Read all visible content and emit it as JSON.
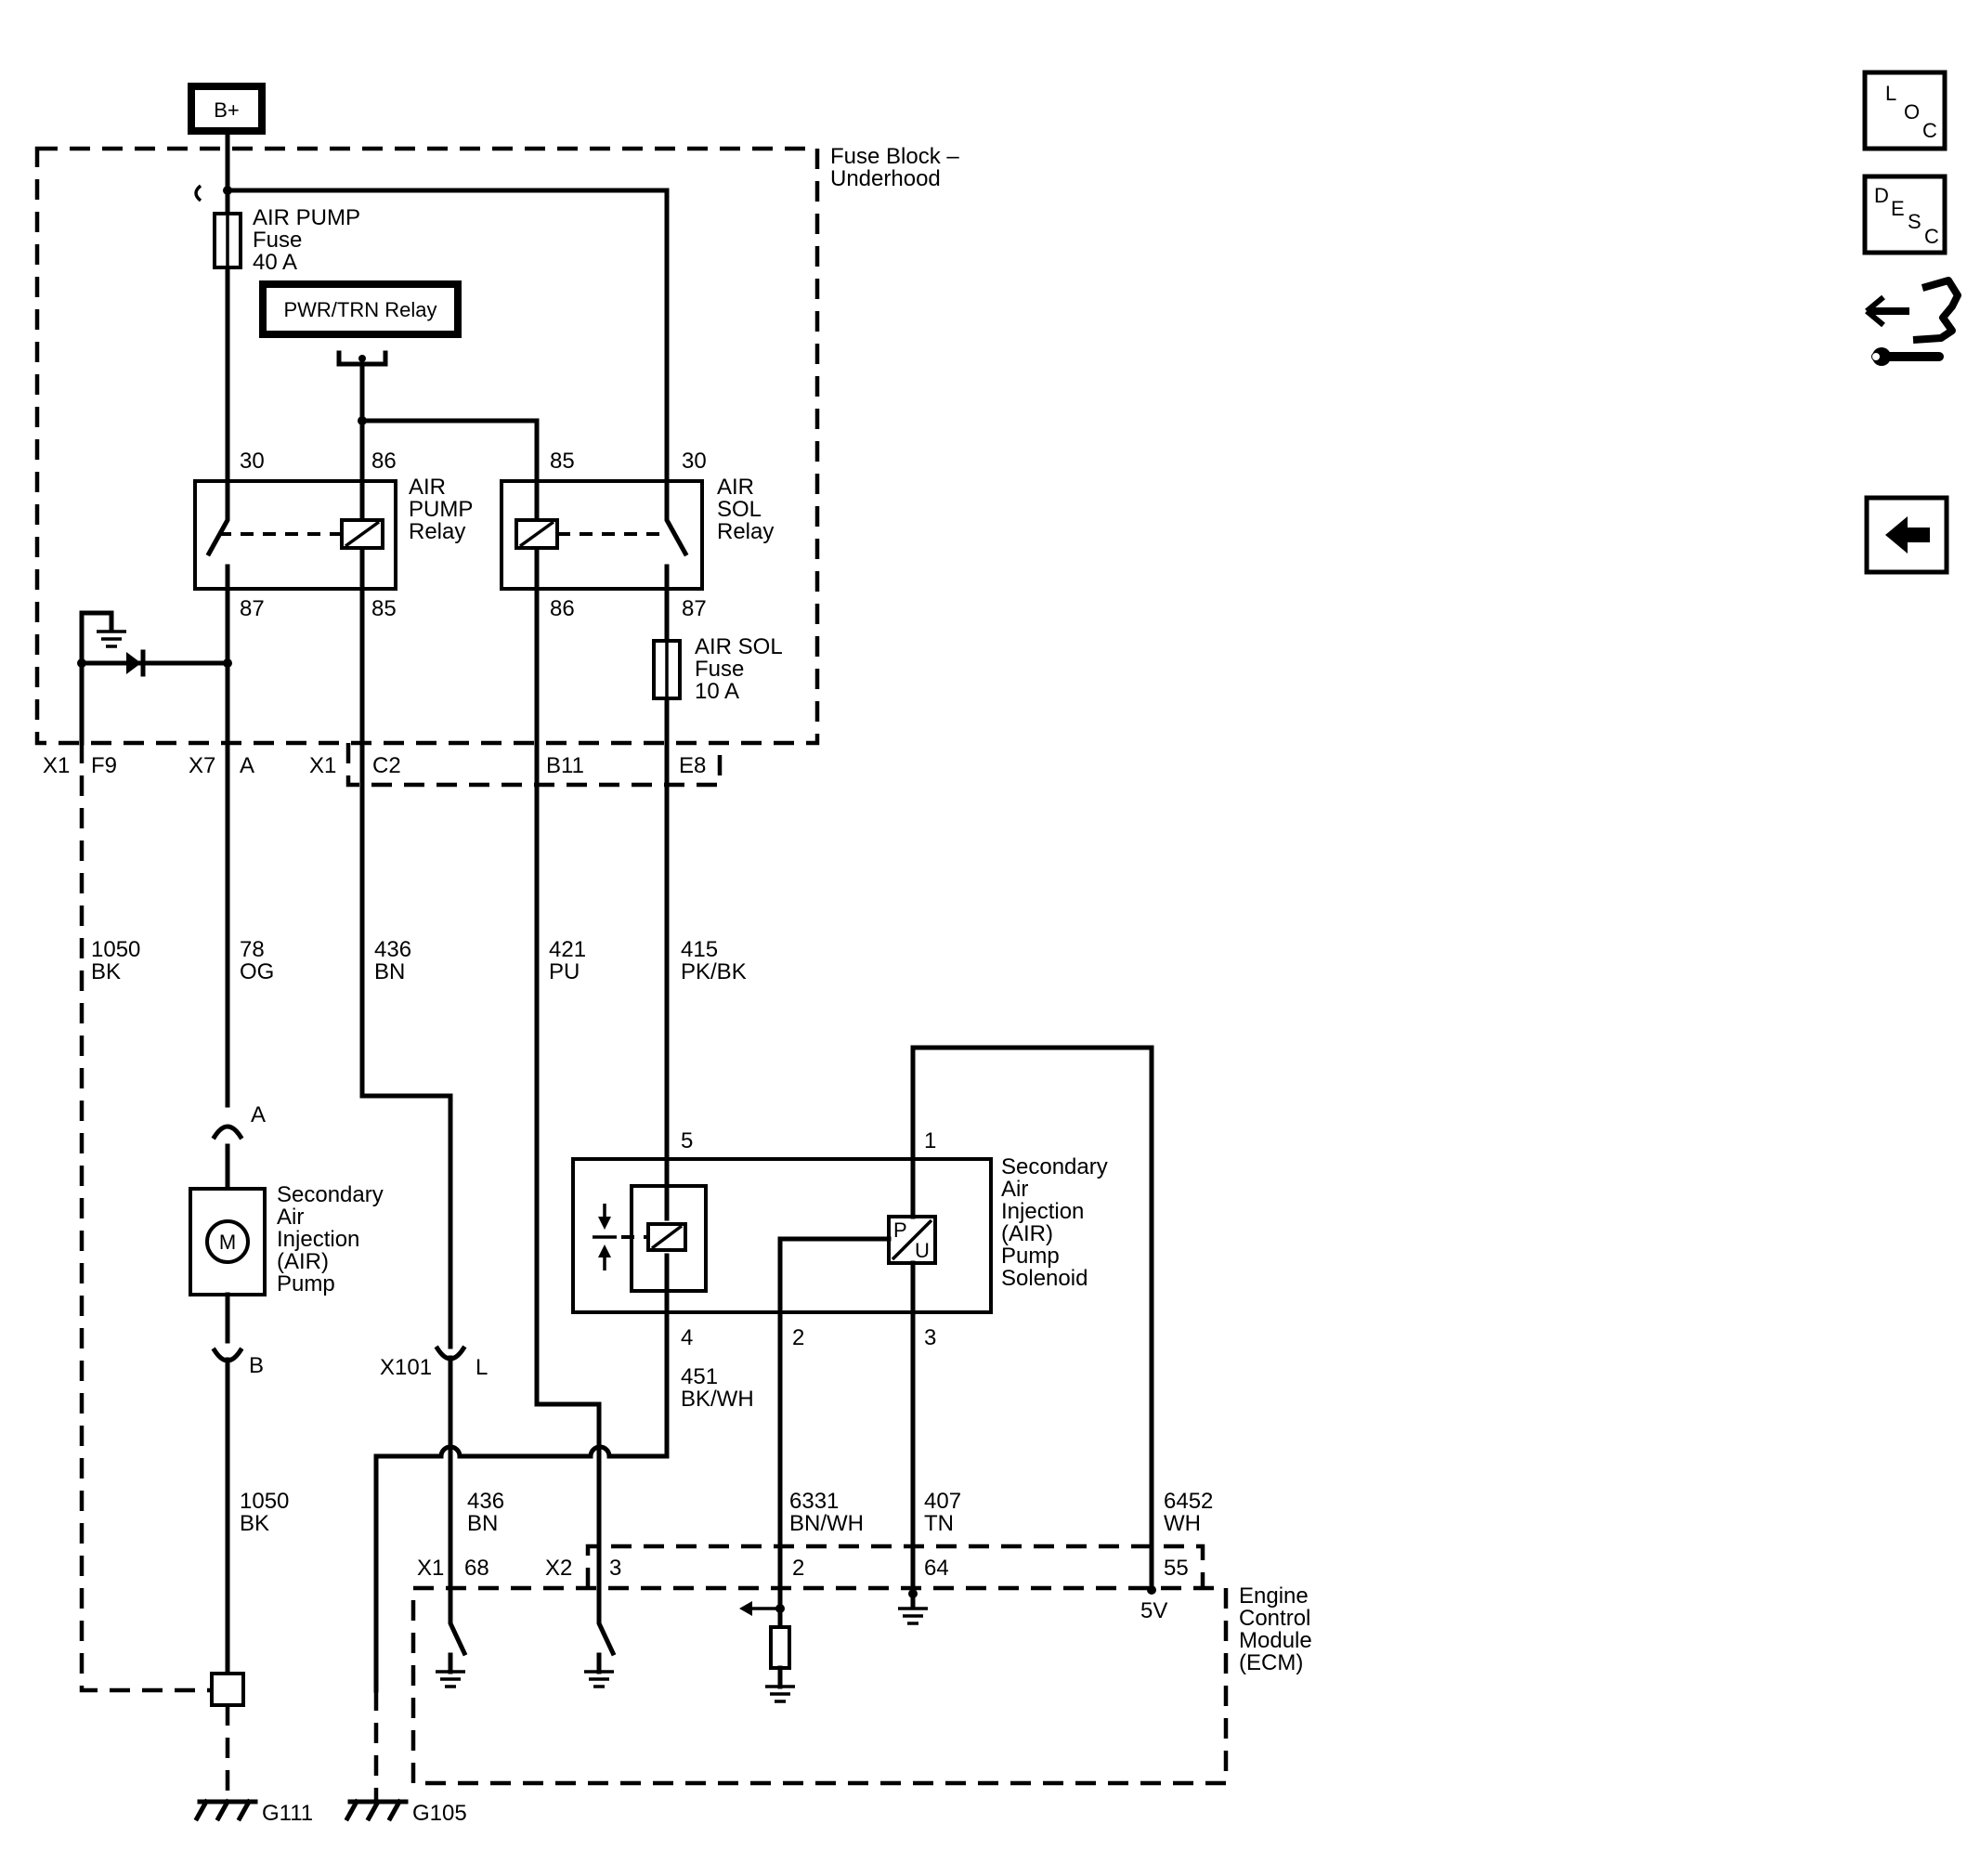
{
  "supply": {
    "label": "B+"
  },
  "fuse_block": {
    "title": [
      "Fuse Block –",
      "Underhood"
    ]
  },
  "air_pump_fuse": {
    "lines": [
      "AIR PUMP",
      "Fuse",
      "40 A"
    ]
  },
  "pwr_trn_relay": {
    "label": "PWR/TRN Relay"
  },
  "air_pump_relay": {
    "lines": [
      "AIR",
      "PUMP",
      "Relay"
    ],
    "pins": {
      "p30": "30",
      "p86": "86",
      "p87": "87",
      "p85": "85"
    }
  },
  "air_sol_relay": {
    "lines": [
      "AIR",
      "SOL",
      "Relay"
    ],
    "pins": {
      "p85": "85",
      "p30": "30",
      "p86": "86",
      "p87": "87"
    }
  },
  "air_sol_fuse": {
    "lines": [
      "AIR SOL",
      "Fuse",
      "10 A"
    ]
  },
  "fuse_block_connectors": {
    "x1a": "X1",
    "f9": "F9",
    "x7": "X7",
    "a": "A",
    "x1b": "X1",
    "c2": "C2",
    "b11": "B11",
    "e8": "E8"
  },
  "wires": {
    "w1050a": [
      "1050",
      "BK"
    ],
    "w78": [
      "78",
      "OG"
    ],
    "w436a": [
      "436",
      "BN"
    ],
    "w421": [
      "421",
      "PU"
    ],
    "w415": [
      "415",
      "PK/BK"
    ],
    "w1050b": [
      "1050",
      "BK"
    ],
    "w436b": [
      "436",
      "BN"
    ],
    "w451": [
      "451",
      "BK/WH"
    ],
    "w6331": [
      "6331",
      "BN/WH"
    ],
    "w407": [
      "407",
      "TN"
    ],
    "w6452": [
      "6452",
      "WH"
    ]
  },
  "air_pump": {
    "lines": [
      "Secondary",
      "Air",
      "Injection",
      "(AIR)",
      "Pump"
    ],
    "motor": "M",
    "pin_a": "A",
    "pin_b": "B"
  },
  "x101": {
    "connector": "X101",
    "pin": "L"
  },
  "air_pump_solenoid": {
    "lines": [
      "Secondary",
      "Air",
      "Injection",
      "(AIR)",
      "Pump",
      "Solenoid"
    ],
    "pins": {
      "p5": "5",
      "p1": "1",
      "p4": "4",
      "p2": "2",
      "p3": "3"
    },
    "sensor_p": "P",
    "sensor_u": "U"
  },
  "ecm": {
    "lines": [
      "Engine",
      "Control",
      "Module",
      "(ECM)"
    ],
    "x1": "X1",
    "p68": "68",
    "x2": "X2",
    "p3": "3",
    "p2": "2",
    "p64": "64",
    "p55": "55",
    "v5": "5V"
  },
  "grounds": {
    "g111": "G111",
    "g105": "G105"
  },
  "nav": {
    "loc": [
      "L",
      "O",
      "C"
    ],
    "desc": [
      "D",
      "E",
      "S",
      "C"
    ]
  }
}
